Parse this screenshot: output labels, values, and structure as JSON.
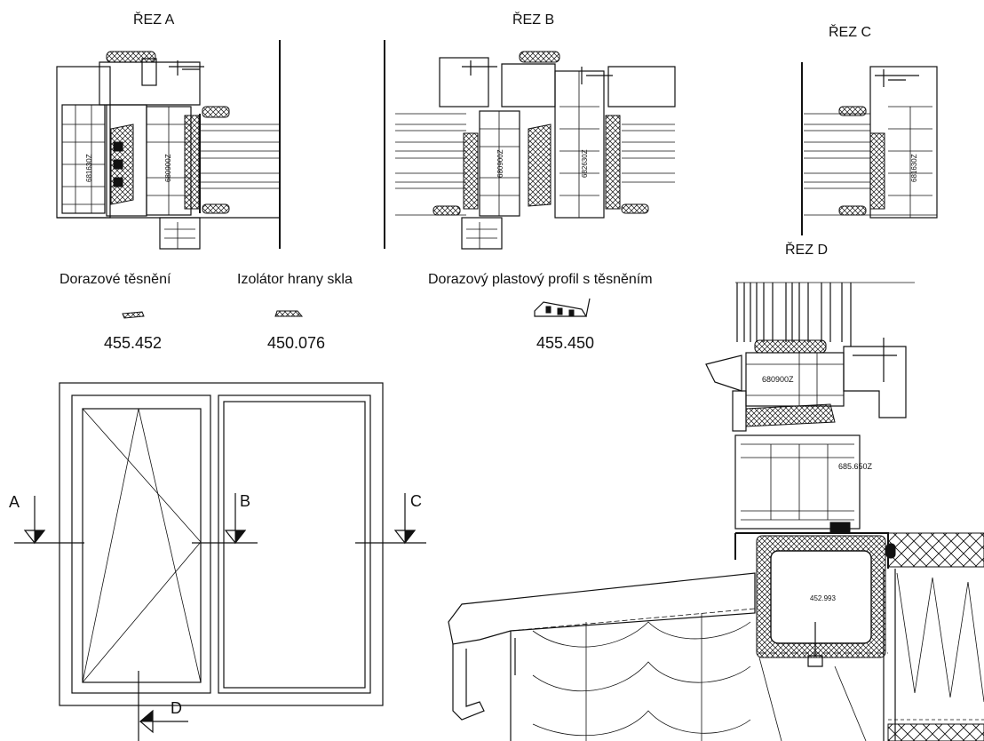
{
  "sections": {
    "a_title": "ŘEZ A",
    "b_title": "ŘEZ B",
    "c_title": "ŘEZ C",
    "d_title": "ŘEZ D"
  },
  "profile_codes": {
    "a_left": "681630Z",
    "a_right": "680900Z",
    "b_left": "680900Z",
    "b_right": "682630Z",
    "c_right": "681630Z",
    "d_sash": "680900Z",
    "d_frame": "685.650Z",
    "d_steel": "452.993"
  },
  "components": [
    {
      "label": "Dorazové těsnění",
      "code": "455.452"
    },
    {
      "label": "Izolátor hrany skla",
      "code": "450.076"
    },
    {
      "label": "Dorazový plastový profil s těsněním",
      "code": "455.450"
    }
  ],
  "elevation": {
    "marker_a": "A",
    "marker_b": "B",
    "marker_c": "C",
    "marker_d": "D"
  }
}
